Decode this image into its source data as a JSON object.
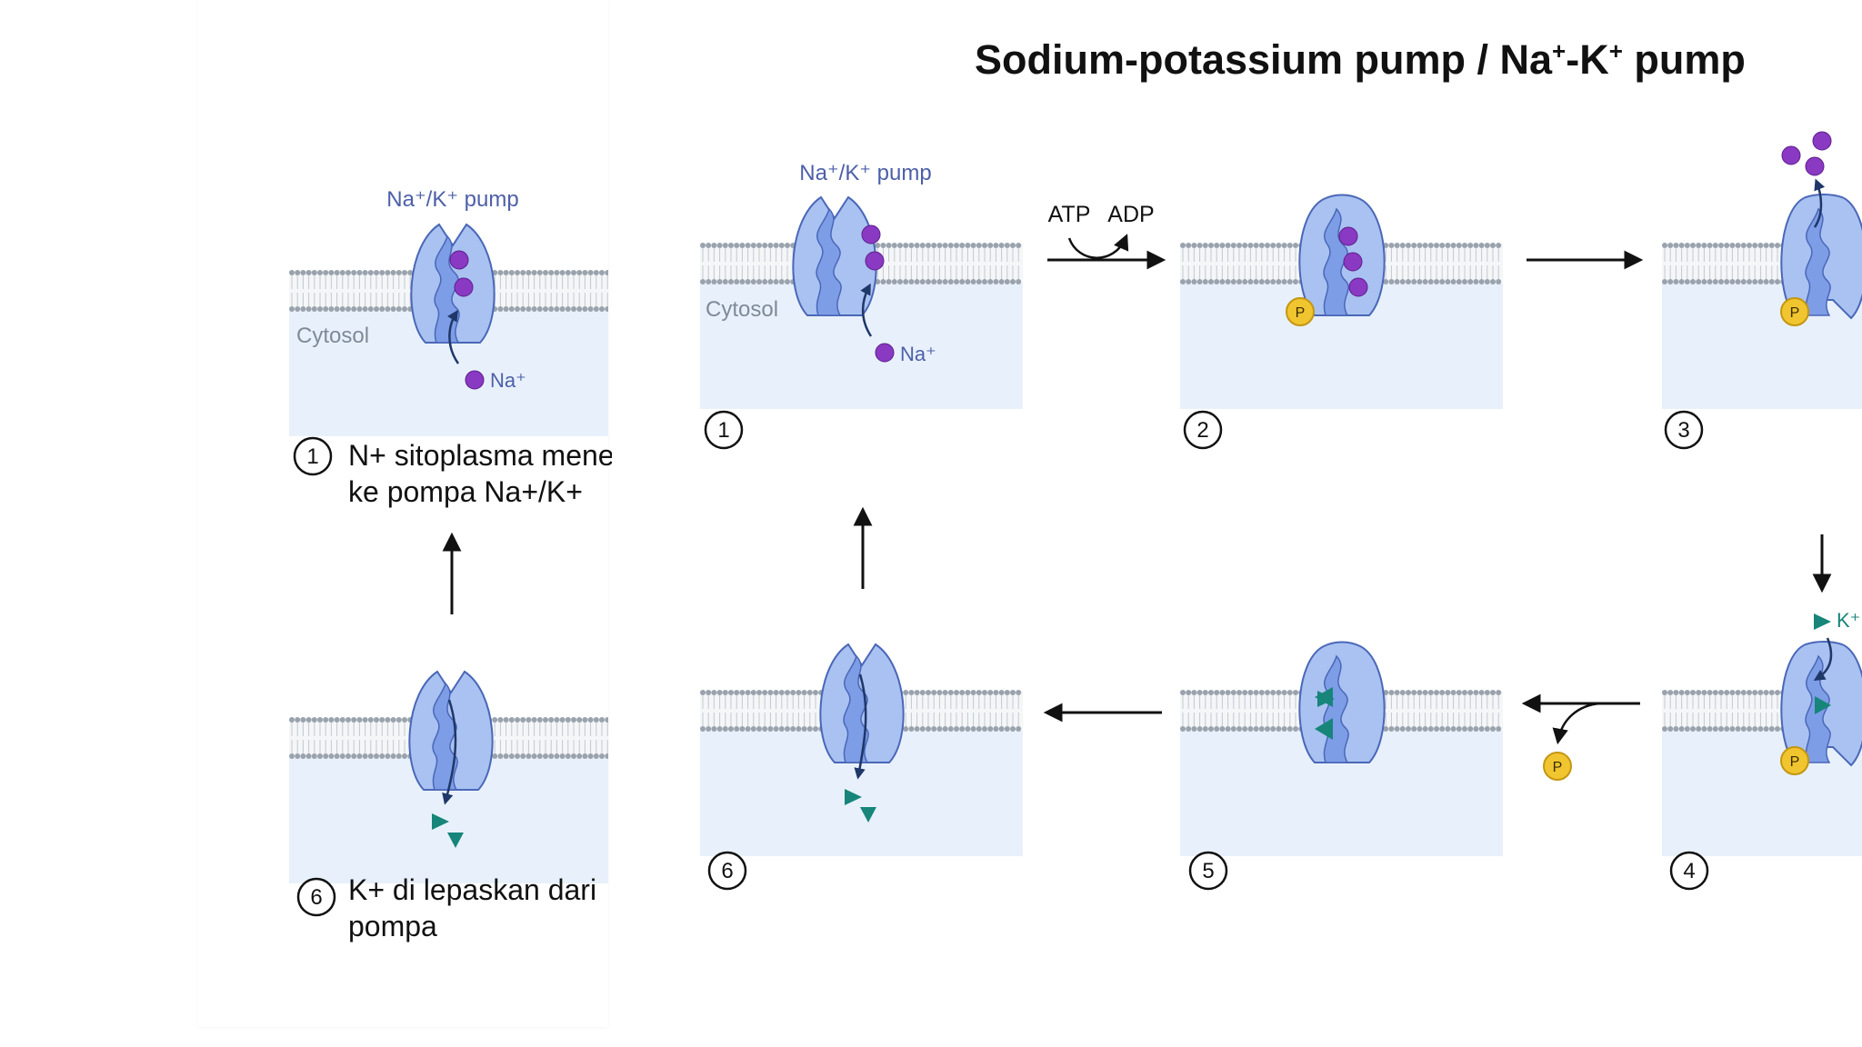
{
  "title": {
    "prefix": "Sodium-potassium pump / Na",
    "mid": "-K",
    "suffix": " pump",
    "sup": "+"
  },
  "labels": {
    "pump_name": "Na⁺/K⁺ pump",
    "cytosol": "Cytosol",
    "na_ion": "Na⁺",
    "k_ion": "K⁺",
    "atp": "ATP",
    "adp": "ADP",
    "phosphate": "P"
  },
  "steps": [
    "1",
    "2",
    "3",
    "4",
    "5",
    "6"
  ],
  "left_panel": {
    "caption1": {
      "line1": "N+ sitoplasma menemp",
      "line2": "ke pompa Na+/K+"
    },
    "caption6": {
      "line1": "K+ di lepaskan dari",
      "line2": "pompa"
    }
  },
  "colors": {
    "pump_fill": "#a9c2f1",
    "pump_stroke": "#4a67b8",
    "pump_channel": "#7d9de6",
    "cytosol": "#e8f1fb",
    "membrane": "#9aa3ad",
    "sodium": "#8a39c2",
    "potassium": "#17857a",
    "phosphate": "#f1c52f",
    "label_blue": "#4d5fa8"
  }
}
